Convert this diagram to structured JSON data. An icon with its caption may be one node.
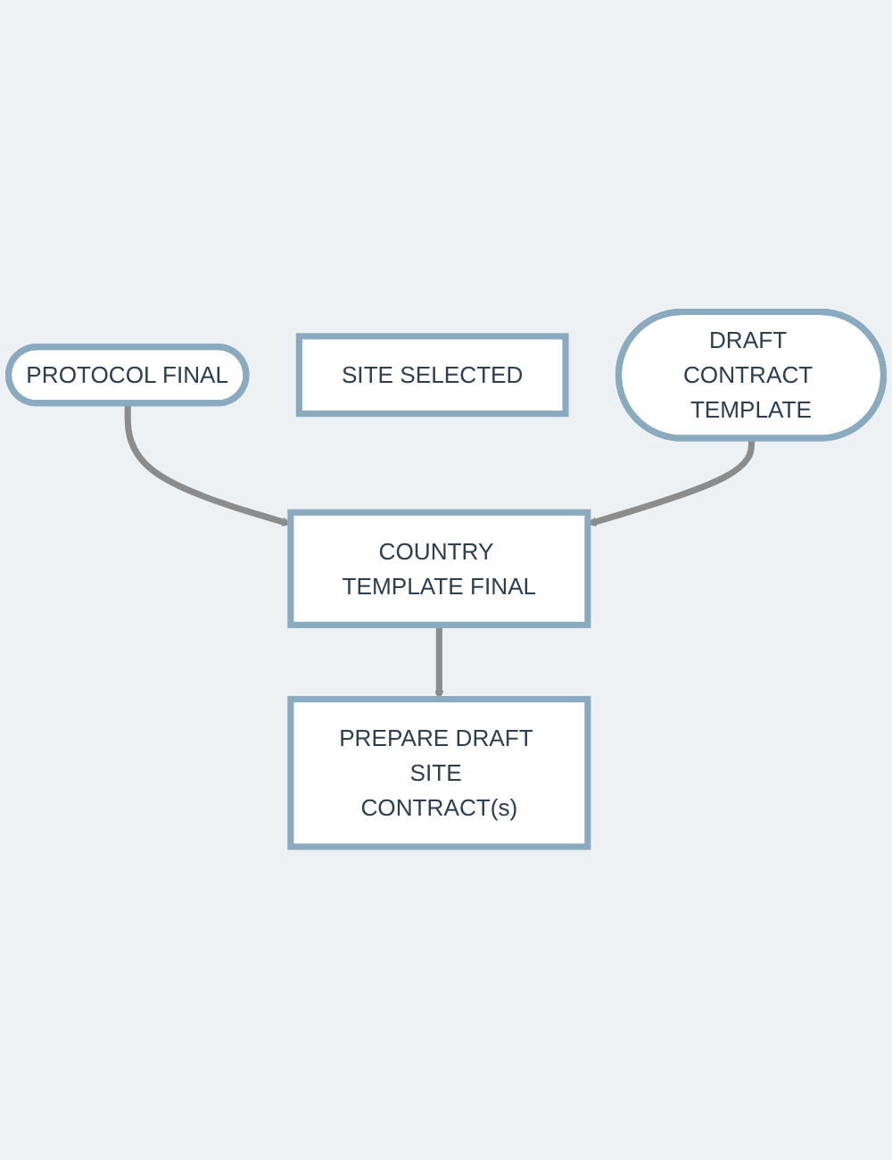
{
  "diagram": {
    "nodes": [
      {
        "text": [
          "PROTOCOL FINAL"
        ]
      },
      {
        "text": [
          "SITE SELECTED"
        ]
      },
      {
        "text": [
          "COUNTRY TEMPLATE FINAL"
        ]
      },
      {
        "text": [
          "PREPARE DRAFT SITE CONTRACT(s)"
        ]
      },
      {
        "text": [
          "DRAFT CONTRACT TEMPLATE"
        ]
      }
    ],
    "edges": [
      {
        "from": 0,
        "to": 2,
        "arrow": "to"
      },
      {
        "from": 2,
        "to": 3,
        "arrow": "to"
      },
      {
        "from": 4,
        "to": 2,
        "arrow": "to"
      }
    ]
  }
}
